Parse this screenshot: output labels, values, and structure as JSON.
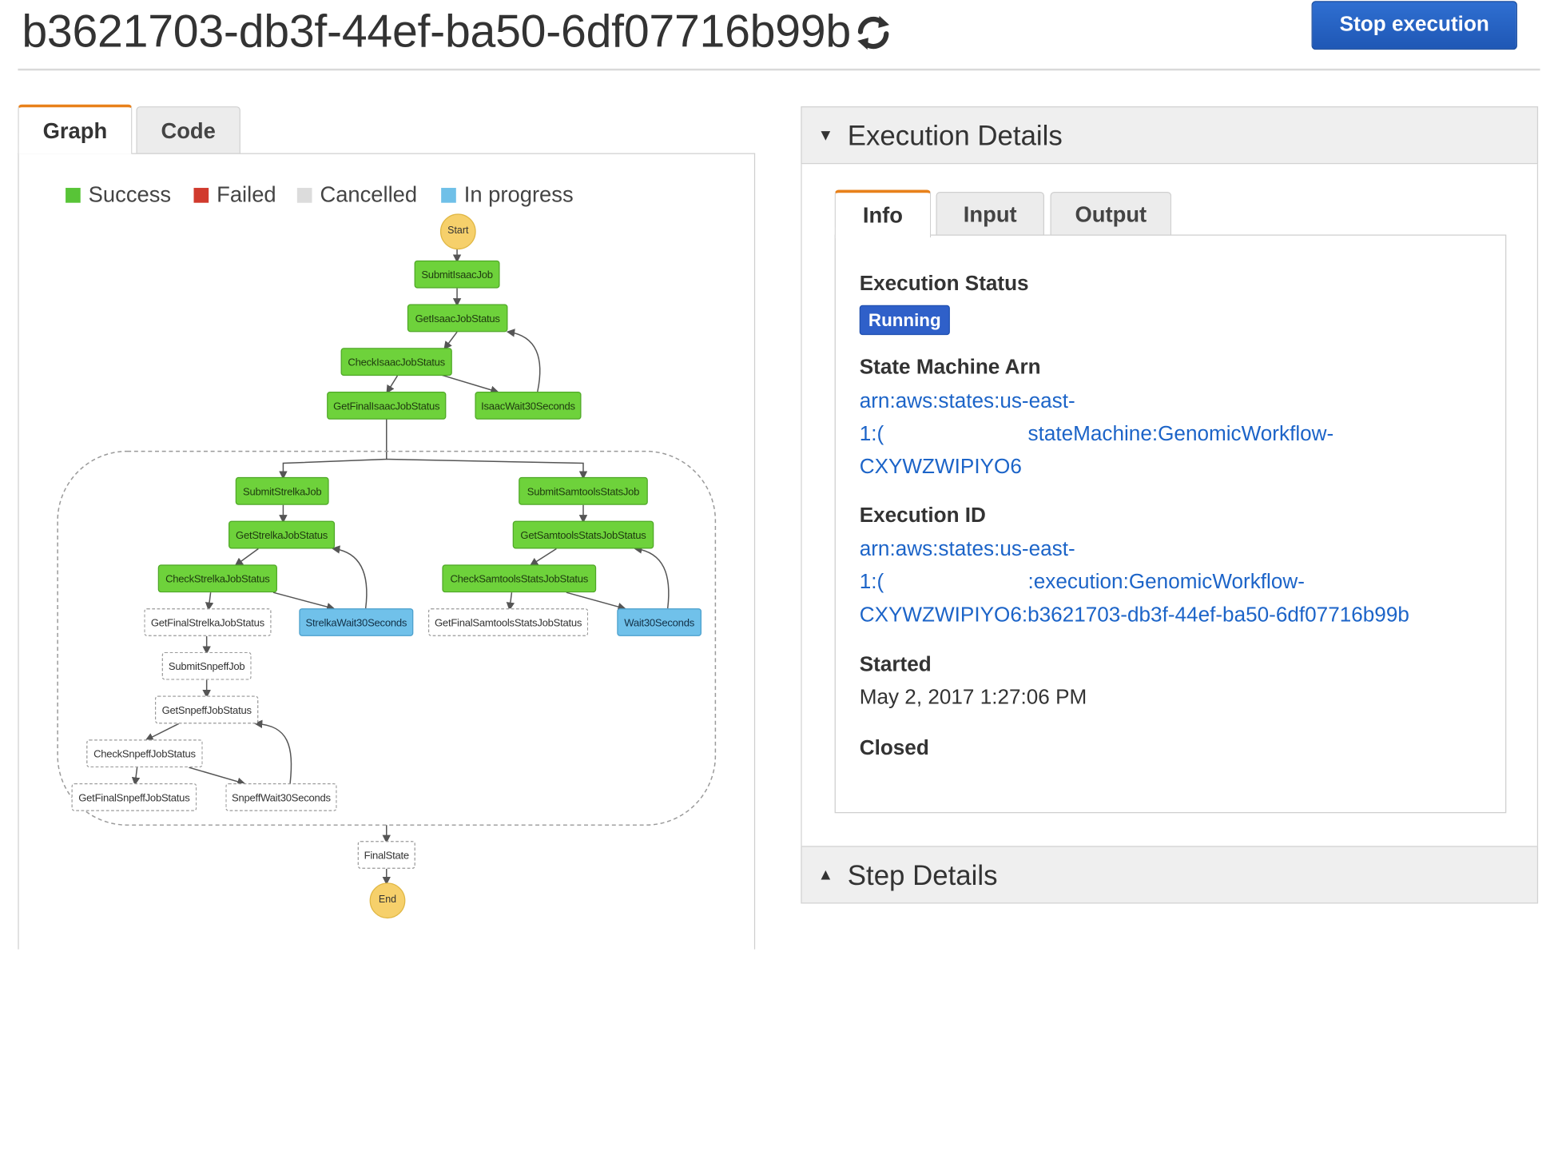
{
  "header": {
    "title": "b3621703-db3f-44ef-ba50-6df07716b99b",
    "stop_label": "Stop execution"
  },
  "graph_panel": {
    "tabs": [
      {
        "label": "Graph",
        "active": true
      },
      {
        "label": "Code",
        "active": false
      }
    ],
    "legend": [
      {
        "label": "Success",
        "color": "#58c437"
      },
      {
        "label": "Failed",
        "color": "#d13a2d"
      },
      {
        "label": "Cancelled",
        "color": "#dcdcdc"
      },
      {
        "label": "In progress",
        "color": "#6fc0e8"
      }
    ],
    "nodes": {
      "start": "Start",
      "submit_isaac": "SubmitIsaacJob",
      "get_isaac": "GetIsaacJobStatus",
      "check_isaac": "CheckIsaacJobStatus",
      "get_final_isaac": "GetFinalIsaacJobStatus",
      "isaac_wait": "IsaacWait30Seconds",
      "submit_strelka": "SubmitStrelkaJob",
      "get_strelka": "GetStrelkaJobStatus",
      "check_strelka": "CheckStrelkaJobStatus",
      "get_final_strelka": "GetFinalStrelkaJobStatus",
      "strelka_wait": "StrelkaWait30Seconds",
      "submit_snpeff": "SubmitSnpeffJob",
      "get_snpeff": "GetSnpeffJobStatus",
      "check_snpeff": "CheckSnpeffJobStatus",
      "get_final_snpeff": "GetFinalSnpeffJobStatus",
      "snpeff_wait": "SnpeffWait30Seconds",
      "submit_samtools": "SubmitSamtoolsStatsJob",
      "get_samtools": "GetSamtoolsStatsJobStatus",
      "check_samtools": "CheckSamtoolsStatsJobStatus",
      "get_final_samtools": "GetFinalSamtoolsStatsJobStatus",
      "wait30": "Wait30Seconds",
      "final_state": "FinalState",
      "end": "End"
    }
  },
  "execution_details": {
    "heading": "Execution Details",
    "tabs": [
      {
        "label": "Info",
        "active": true
      },
      {
        "label": "Input",
        "active": false
      },
      {
        "label": "Output",
        "active": false
      }
    ],
    "status_label": "Execution Status",
    "status_value": "Running",
    "arn_label": "State Machine Arn",
    "arn_line1": "arn:aws:states:us-east-",
    "arn_line2_prefix": "1:(",
    "arn_line2_suffix": "stateMachine:GenomicWorkflow-",
    "arn_line3": "CXYWZWIPIYO6",
    "exec_id_label": "Execution ID",
    "exec_line1": "arn:aws:states:us-east-",
    "exec_line2_prefix": "1:(",
    "exec_line2_suffix": ":execution:GenomicWorkflow-",
    "exec_line3": "CXYWZWIPIYO6:b3621703-db3f-44ef-ba50-6df07716b99b",
    "started_label": "Started",
    "started_value": "May 2, 2017 1:27:06 PM",
    "closed_label": "Closed"
  },
  "step_details": {
    "heading": "Step Details"
  }
}
